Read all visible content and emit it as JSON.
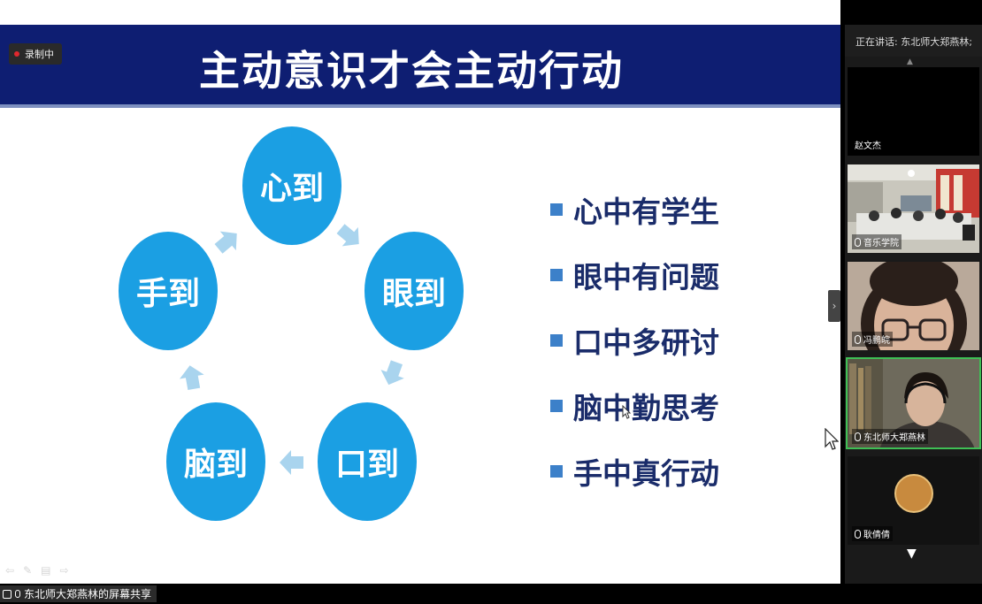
{
  "recording": {
    "label": "录制中"
  },
  "slide": {
    "title": "主动意识才会主动行动",
    "circles": [
      {
        "label": "心到"
      },
      {
        "label": "眼到"
      },
      {
        "label": "口到"
      },
      {
        "label": "脑到"
      },
      {
        "label": "手到"
      }
    ],
    "bullets": [
      "心中有学生",
      "眼中有问题",
      "口中多研讨",
      "脑中勤思考",
      "手中真行动"
    ],
    "colors": {
      "header": "#0e1e72",
      "circle": "#1b9fe3",
      "arrow": "#a9d4ee",
      "bullet_text": "#1a2c6a",
      "bullet_marker": "#3c80c9"
    }
  },
  "panel": {
    "speaking": "正在讲话: 东北师大郑燕林;",
    "participants": [
      {
        "name": "赵文杰"
      },
      {
        "name": "音乐学院"
      },
      {
        "name": "冯鹏皖"
      },
      {
        "name": "东北师大郑燕林"
      },
      {
        "name": "耿倩倩"
      }
    ]
  },
  "share": {
    "label": "东北师大郑燕林的屏幕共享"
  }
}
